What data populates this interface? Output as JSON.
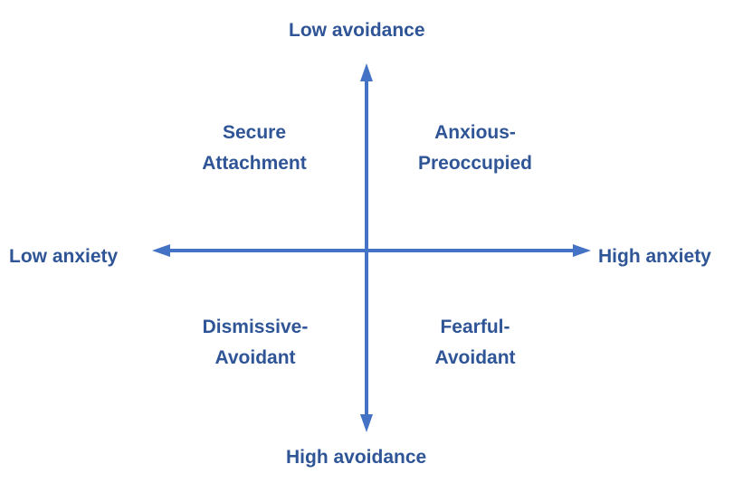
{
  "axes": {
    "top": "Low avoidance",
    "bottom": "High avoidance",
    "left": "Low anxiety",
    "right": "High anxiety"
  },
  "quadrants": {
    "top_left": [
      "Secure",
      "Attachment"
    ],
    "top_right": [
      "Anxious-",
      "Preoccupied"
    ],
    "bottom_left": [
      "Dismissive-",
      "Avoidant"
    ],
    "bottom_right": [
      "Fearful-",
      "Avoidant"
    ]
  },
  "colors": {
    "axis": "#4472c4",
    "text": "#2f5597",
    "background": "#ffffff"
  }
}
